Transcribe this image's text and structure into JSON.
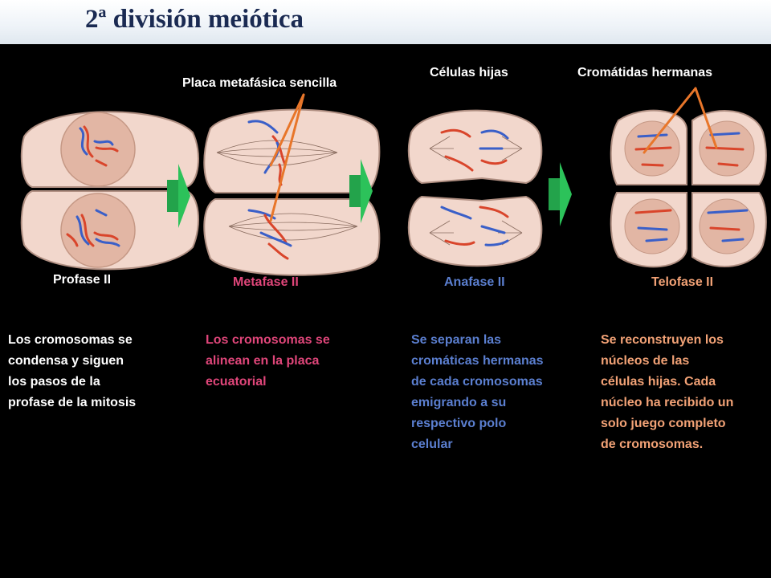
{
  "title": "2ª división meiótica",
  "top_labels": {
    "placa": "Placa metafásica sencilla",
    "celulas": "Células hijas",
    "cromatidas": "Cromátidas hermanas"
  },
  "phases": [
    {
      "name": "Profase II",
      "color": "#ffffff",
      "desc": [
        "Los cromosomas se",
        "condensa y siguen",
        "los pasos de la",
        "profase de la mitosis"
      ]
    },
    {
      "name": "Metafase II",
      "color": "#e0467a",
      "desc": [
        "Los cromosomas se",
        "alinean en la placa",
        "ecuatorial"
      ]
    },
    {
      "name": "Anafase II",
      "color": "#5b7fd0",
      "desc": [
        "Se separan las",
        "cromáticas hermanas",
        "de cada cromosomas",
        "emigrando a su",
        "respectivo polo",
        "celular"
      ]
    },
    {
      "name": "Telofase II",
      "color": "#f2a276",
      "desc": [
        "Se reconstruyen los",
        "núcleos de las",
        "células hijas. Cada",
        "núcleo ha recibido un",
        "solo juego completo",
        "de cromosomas."
      ]
    }
  ],
  "colors": {
    "cell": "#f2d7cc",
    "nucleus": "#e2b6a4",
    "red": "#d9452b",
    "blue": "#3a5fc8",
    "pointer": "#e8762a",
    "arrow": "#2cc25a"
  }
}
